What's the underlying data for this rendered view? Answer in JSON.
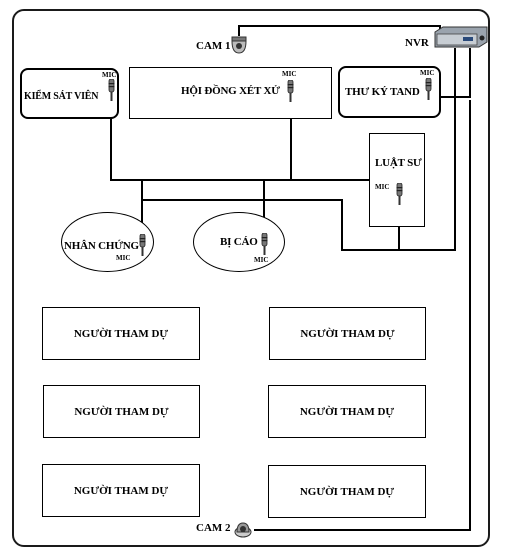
{
  "labels": {
    "cam1": "CAM 1",
    "cam2": "CAM 2",
    "nvr": "NVR",
    "kiem_sat_vien": "KIỂM SÁT VIÊN",
    "hoi_dong": "HỘI ĐỒNG XÉT XỬ",
    "thu_ky": "THƯ KÝ TAND",
    "luat_su": "LUẬT SƯ",
    "nhan_chung": "NHÂN CHỨNG",
    "bi_cao": "BỊ CÁO",
    "mic": "MIC"
  },
  "participants": [
    "NGƯỜI THAM DỰ",
    "NGƯỜI THAM DỰ",
    "NGƯỜI THAM DỰ",
    "NGƯỜI THAM DỰ",
    "NGƯỜI THAM DỰ",
    "NGƯỜI THAM DỰ"
  ],
  "icons": {
    "microphone": "microphone-icon",
    "camera": "dome-camera-icon",
    "recorder": "nvr-recorder-icon"
  }
}
